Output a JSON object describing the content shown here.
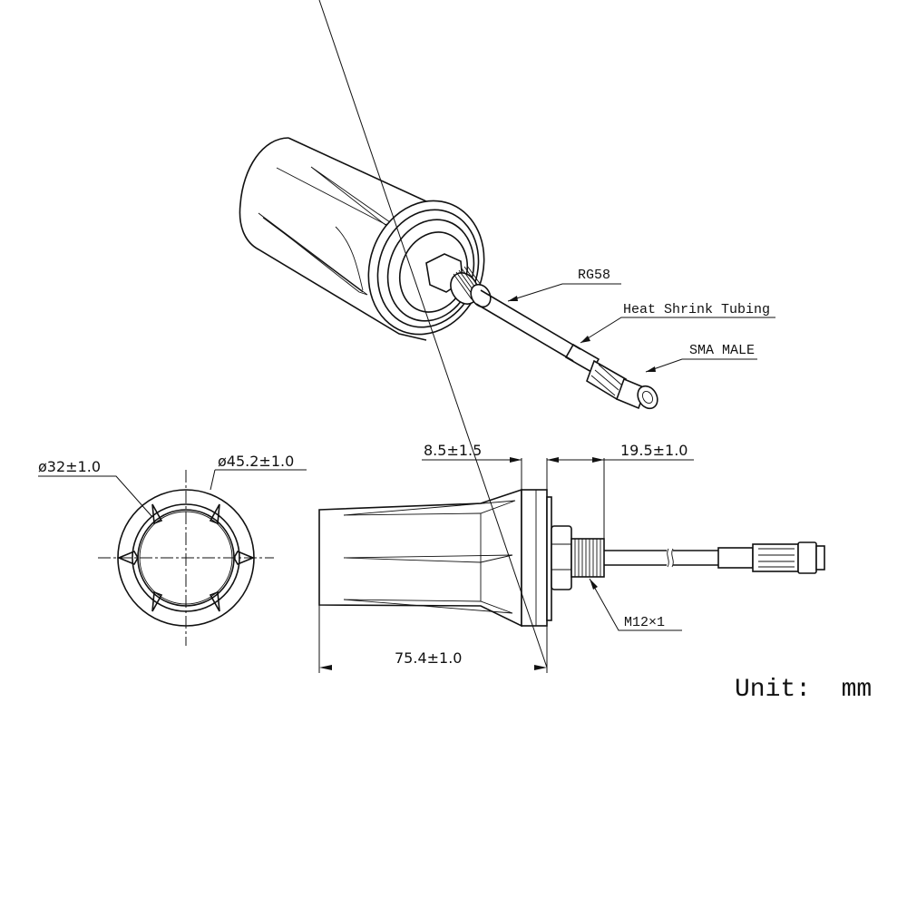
{
  "drawing": {
    "title": "Outdoor antenna with RG58 cable and SMA male connector - dimensional drawing",
    "views": [
      "isometric-view",
      "front-view",
      "side-view"
    ]
  },
  "callouts": {
    "cable": "RG58",
    "heat_shrink": "Heat Shrink Tubing",
    "connector": "SMA MALE",
    "thread": "M12×1"
  },
  "dimensions": {
    "inner_diameter": "ø32±1.0",
    "outer_diameter": "ø45.2±1.0",
    "flange_thickness": "8.5±1.5",
    "thread_length": "19.5±1.0",
    "body_length": "75.4±1.0"
  },
  "unit_label": "Unit:  mm",
  "colors": {
    "line": "#111111",
    "background": "#ffffff"
  }
}
